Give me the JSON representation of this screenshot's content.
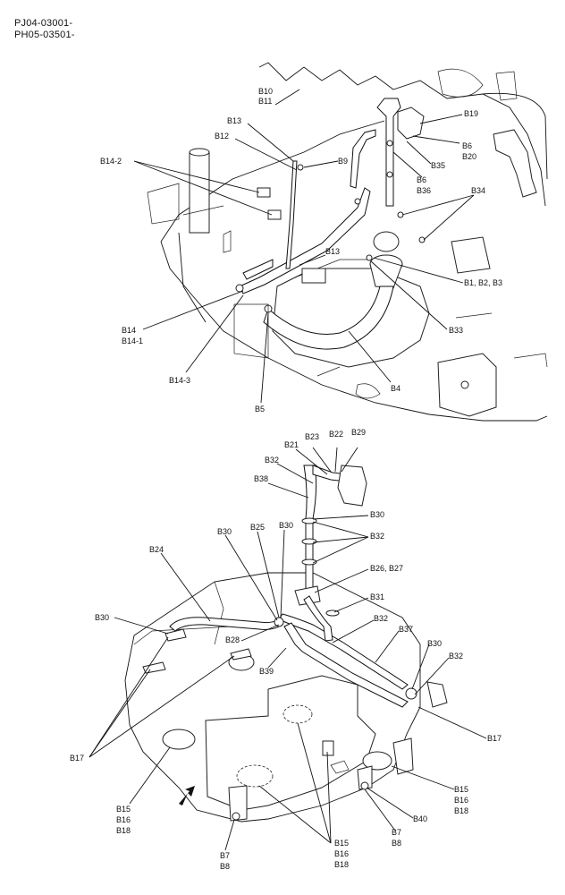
{
  "header": {
    "code_1": "PJ04-03001-",
    "code_2": "PH05-03501-"
  },
  "upper_callouts": {
    "b10": "B10",
    "b11": "B11",
    "b13_top": "B13",
    "b12": "B12",
    "b14_2": "B14-2",
    "b9": "B9",
    "b19": "B19",
    "b6_a": "B6",
    "b20": "B20",
    "b35": "B35",
    "b6_b": "B6",
    "b36": "B36",
    "b34": "B34",
    "b13_mid": "B13",
    "b1_b2_b3": "B1, B2, B3",
    "b33": "B33",
    "b14": "B14",
    "b14_1": "B14-1",
    "b14_3": "B14-3",
    "b5": "B5",
    "b4": "B4"
  },
  "lower_callouts": {
    "b23": "B23",
    "b22": "B22",
    "b29": "B29",
    "b21": "B21",
    "b32_top": "B32",
    "b38": "B38",
    "b30_right_top": "B30",
    "b32_right": "B32",
    "b30_a": "B30",
    "b25": "B25",
    "b30_b": "B30",
    "b24": "B24",
    "b26_b27": "B26, B27",
    "b31": "B31",
    "b30_left": "B30",
    "b32_mid": "B32",
    "b37": "B37",
    "b28": "B28",
    "b30_right_low": "B30",
    "b32_low": "B32",
    "b39": "B39",
    "b17_right": "B17",
    "b17_left": "B17",
    "b15_right": "B15",
    "b16_right": "B16",
    "b18_right": "B18",
    "b15_left": "B15",
    "b16_left": "B16",
    "b18_left": "B18",
    "b40": "B40",
    "b7_right": "B7",
    "b8_right": "B8",
    "b15_bottom": "B15",
    "b16_bottom": "B16",
    "b18_bottom": "B18",
    "b7_left": "B7",
    "b8_left": "B8"
  }
}
